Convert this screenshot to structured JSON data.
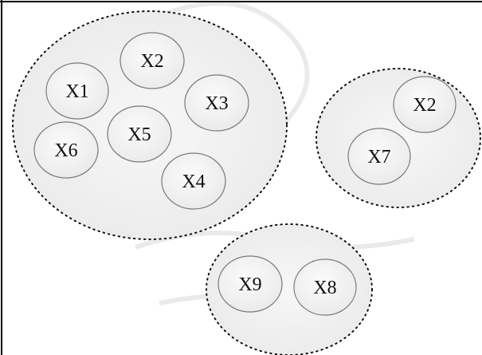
{
  "diagram": {
    "clusters": [
      {
        "id": "cluster-1",
        "nodes": [
          {
            "id": "x2a",
            "label": "X2"
          },
          {
            "id": "x1",
            "label": "X1"
          },
          {
            "id": "x3",
            "label": "X3"
          },
          {
            "id": "x5",
            "label": "X5"
          },
          {
            "id": "x6",
            "label": "X6"
          },
          {
            "id": "x4",
            "label": "X4"
          }
        ]
      },
      {
        "id": "cluster-2",
        "nodes": [
          {
            "id": "x2b",
            "label": "X2"
          },
          {
            "id": "x7",
            "label": "X7"
          }
        ]
      },
      {
        "id": "cluster-3",
        "nodes": [
          {
            "id": "x9",
            "label": "X9"
          },
          {
            "id": "x8",
            "label": "X8"
          }
        ]
      }
    ],
    "colors": {
      "cluster_fill": "#f3f3f3",
      "node_fill": "#f4f4f4",
      "node_stroke": "#7a7a7a",
      "cluster_stroke": "#111111",
      "frame": "#000000"
    }
  }
}
